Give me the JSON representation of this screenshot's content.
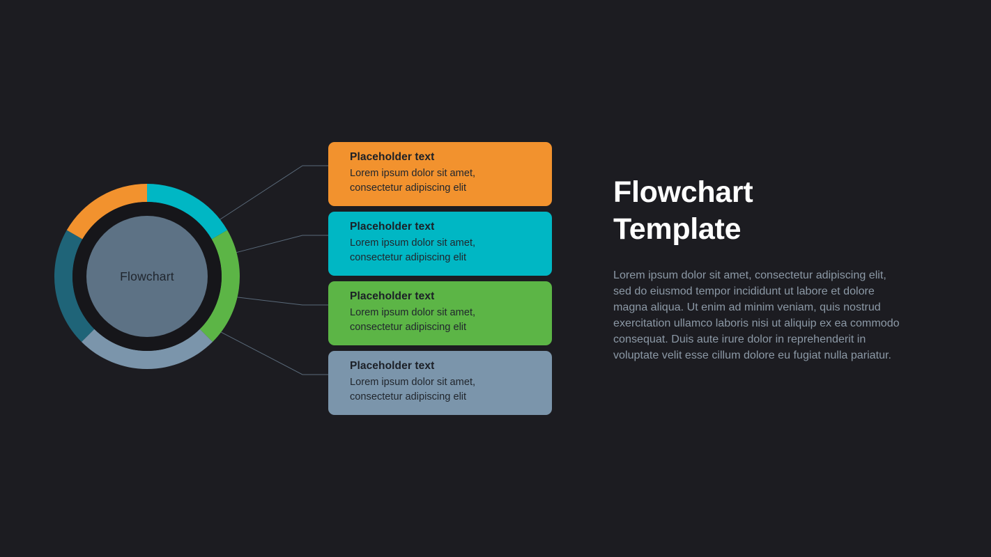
{
  "background_color": "#1c1c21",
  "donut": {
    "center_label": "Flowchart",
    "center_fill": "#5d7285",
    "gap_color": "#16161a",
    "segments": [
      {
        "name": "teal-segment",
        "color": "#00b7c4",
        "start_deg": 0,
        "end_deg": 60
      },
      {
        "name": "green-segment",
        "color": "#5cb546",
        "start_deg": 60,
        "end_deg": 135
      },
      {
        "name": "slate-blue-segment",
        "color": "#7b95ab",
        "start_deg": 135,
        "end_deg": 225
      },
      {
        "name": "dark-teal-segment",
        "color": "#1f6478",
        "start_deg": 225,
        "end_deg": 300
      },
      {
        "name": "orange-segment",
        "color": "#f2922e",
        "start_deg": 300,
        "end_deg": 360
      }
    ]
  },
  "connectors": {
    "color": "#5a6a7a",
    "width": 1
  },
  "cards": [
    {
      "title": "Placeholder text",
      "body": "Lorem ipsum dolor sit amet, consectetur adipiscing elit",
      "color": "#f2922e"
    },
    {
      "title": "Placeholder text",
      "body": "Lorem ipsum dolor sit amet, consectetur adipiscing elit",
      "color": "#00b7c4"
    },
    {
      "title": "Placeholder text",
      "body": "Lorem ipsum dolor sit amet, consectetur adipiscing elit",
      "color": "#5cb546"
    },
    {
      "title": "Placeholder text",
      "body": "Lorem ipsum dolor sit amet, consectetur adipiscing elit",
      "color": "#7b95ab"
    }
  ],
  "right_panel": {
    "title": "Flowchart\nTemplate",
    "title_color": "#ffffff",
    "paragraph": "Lorem ipsum dolor sit amet, consectetur adipiscing elit, sed do eiusmod tempor incididunt ut labore et dolore magna aliqua. Ut enim ad minim veniam, quis nostrud exercitation ullamco laboris nisi ut aliquip ex ea commodo consequat. Duis aute irure dolor in reprehenderit in voluptate velit esse cillum dolore eu fugiat nulla pariatur.",
    "paragraph_color": "#8c99a6"
  }
}
